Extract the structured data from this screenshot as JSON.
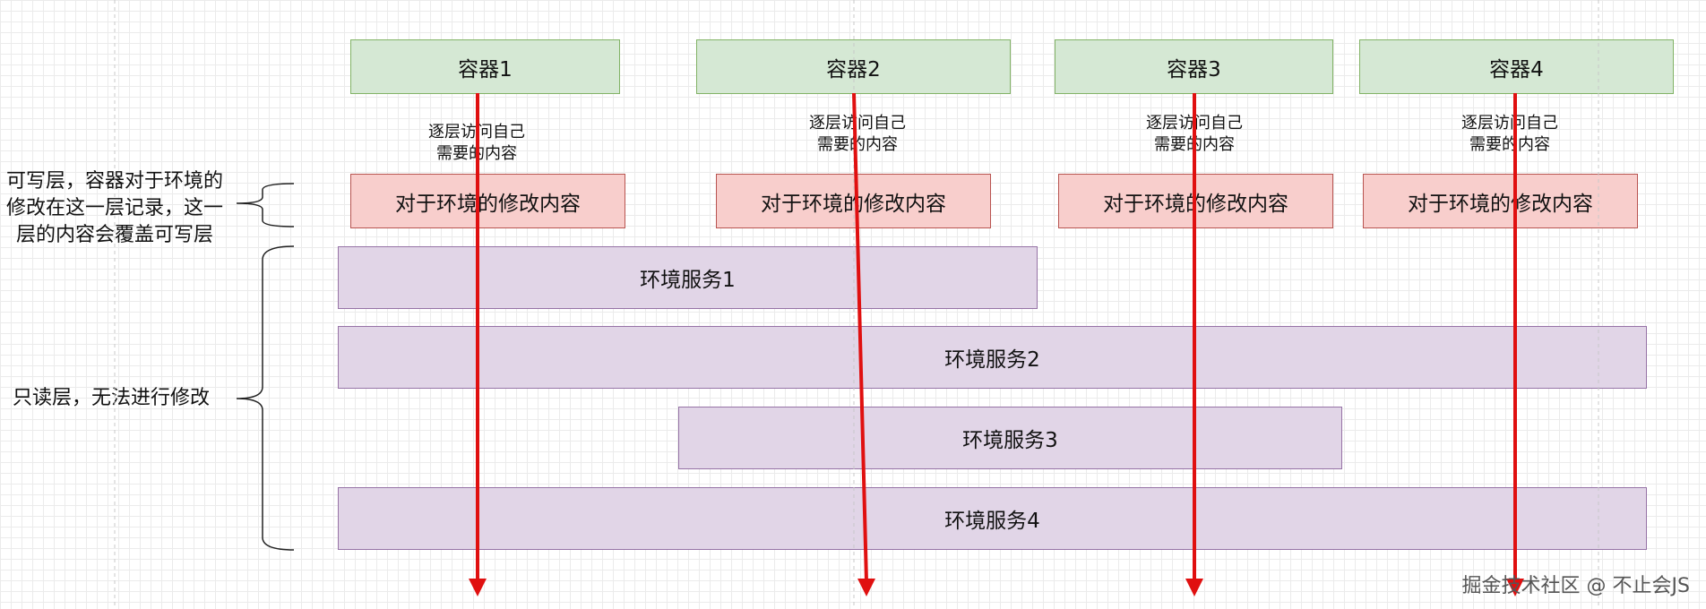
{
  "containers": [
    {
      "label": "容器1"
    },
    {
      "label": "容器2"
    },
    {
      "label": "容器3"
    },
    {
      "label": "容器4"
    }
  ],
  "notes": [
    {
      "line1": "逐层访问自己",
      "line2": "需要的内容"
    },
    {
      "line1": "逐层访问自己",
      "line2": "需要的内容"
    },
    {
      "line1": "逐层访问自己",
      "line2": "需要的内容"
    },
    {
      "line1": "逐层访问自己",
      "line2": "需要的内容"
    }
  ],
  "writable_layers": [
    {
      "label": "对于环境的修改内容"
    },
    {
      "label": "对于环境的修改内容"
    },
    {
      "label": "对于环境的修改内容"
    },
    {
      "label": "对于环境的修改内容"
    }
  ],
  "services": [
    {
      "label": "环境服务1"
    },
    {
      "label": "环境服务2"
    },
    {
      "label": "环境服务3"
    },
    {
      "label": "环境服务4"
    }
  ],
  "labels": {
    "writable_line1": "可写层，容器对于环境的",
    "writable_line2": "修改在这一层记录，这一",
    "writable_line3": "层的内容会覆盖可写层",
    "readonly": "只读层，无法进行修改"
  },
  "watermark": "掘金技术社区 @ 不止会JS",
  "colors": {
    "container_fill": "#d5e8d4",
    "writable_fill": "#f8cecc",
    "readonly_fill": "#e1d5e7",
    "arrow": "#e01010"
  }
}
